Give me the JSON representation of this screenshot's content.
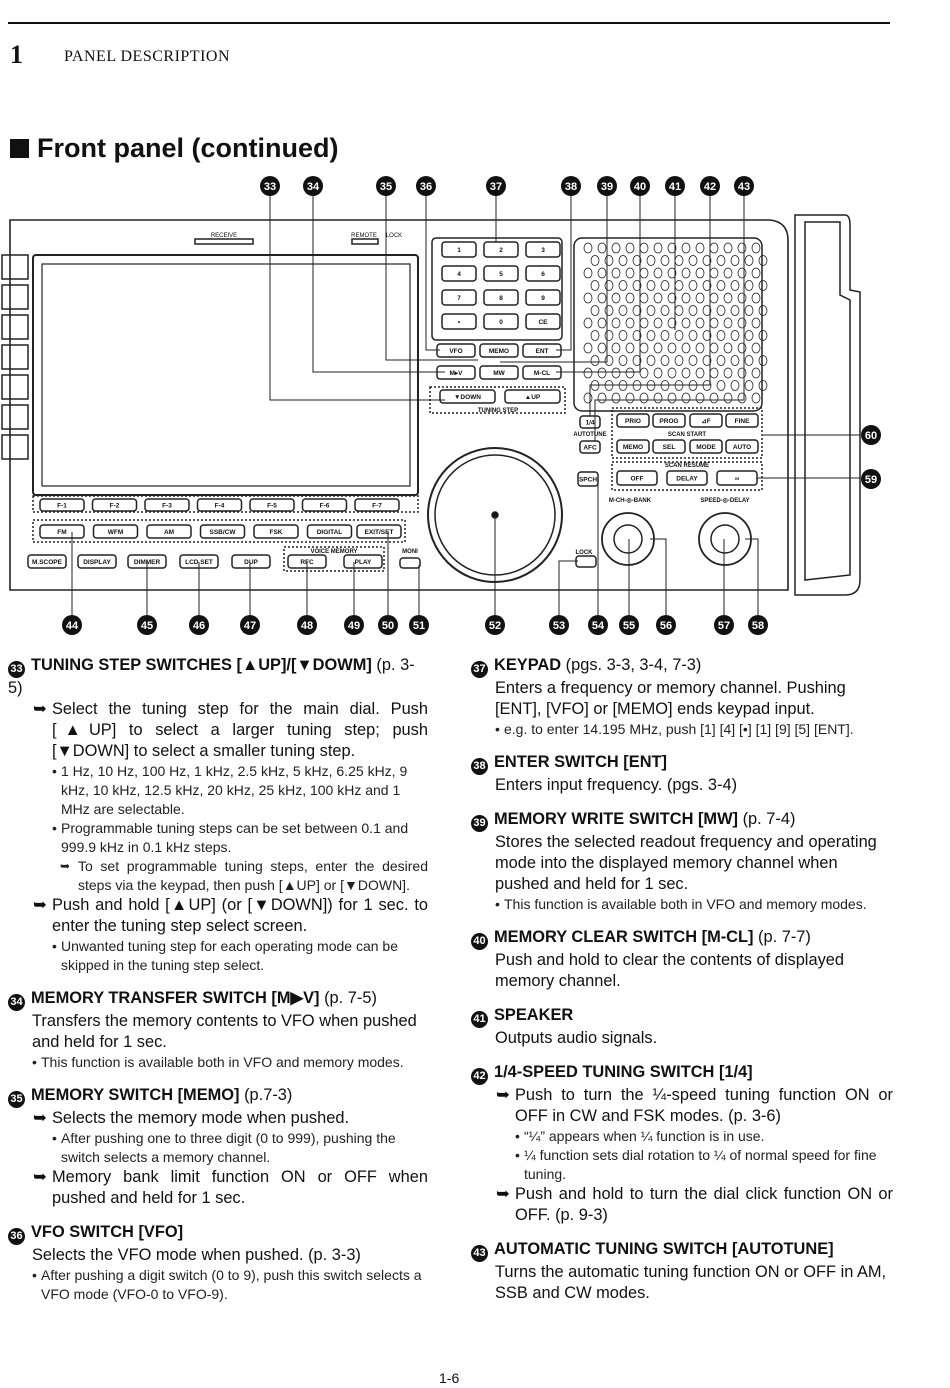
{
  "header": {
    "chapter_number": "1",
    "chapter_title": "PANEL DESCRIPTION"
  },
  "section_title": "Front panel (continued)",
  "diagram": {
    "top_numbers": [
      "33",
      "34",
      "35",
      "36",
      "37",
      "38",
      "39",
      "40",
      "41",
      "42",
      "43"
    ],
    "bottom_numbers": [
      "44",
      "45",
      "46",
      "47",
      "48",
      "49",
      "50",
      "51",
      "52",
      "53",
      "54",
      "55",
      "56",
      "57",
      "58"
    ],
    "side_numbers": [
      "60",
      "59"
    ],
    "labels": {
      "receive": "RECEIVE",
      "remote": "REMOTE",
      "lock_top": "LOCK",
      "keys": [
        "1",
        "2",
        "3",
        "4",
        "5",
        "6",
        "7",
        "8",
        "9",
        "•",
        "0",
        "CE"
      ],
      "vfo": "VFO",
      "memo": "MEMO",
      "ent": "ENT",
      "mv": "M▸V",
      "mw": "MW",
      "mcl": "M-CL",
      "down": "▼DOWN",
      "up": "▲UP",
      "tuning_step": "TUNING STEP",
      "quarter": "1/4",
      "autotune": "AUTOTUNE",
      "afc": "AFC",
      "prio": "PRIO",
      "prog": "PROG",
      "df": "⊿F",
      "fine": "FINE",
      "scan_start": "SCAN START",
      "memo2": "MEMO",
      "sel": "SEL",
      "mode": "MODE",
      "auto": "AUTO",
      "scan_resume": "SCAN RESUME",
      "off": "OFF",
      "delay": "DELAY",
      "inf": "∞",
      "spch": "SPCH",
      "mch_bank": "M-CH-◎-BANK",
      "speed_delay": "SPEED-◎-DELAY",
      "lock": "LOCK",
      "f_keys": [
        "F-1",
        "F-2",
        "F-3",
        "F-4",
        "F-5",
        "F-6",
        "F-7"
      ],
      "modes": [
        "FM",
        "WFM",
        "AM",
        "SSB/CW",
        "FSK",
        "DIGITAL"
      ],
      "exit_set": "EXIT/SET",
      "bottom_row": [
        "M.SCOPE",
        "DISPLAY",
        "DIMMER",
        "LCD SET",
        "DUP",
        "RFC",
        "PLAY"
      ],
      "voice_memory": "VOICE MEMORY",
      "moni": "MONI"
    }
  },
  "left_column": [
    {
      "num": "33",
      "name": "TUNING STEP SWITCHES [▲UP]/[▼DOWM]",
      "ref": "(p. 3-5)",
      "lines": [
        {
          "t": "arrow",
          "text": "Select the tuning step for the main dial. Push [▲UP] to select a larger tuning step; push [▼DOWN] to select a smaller tuning step."
        },
        {
          "t": "note",
          "text": "1 Hz, 10 Hz, 100 Hz, 1 kHz, 2.5 kHz, 5 kHz, 6.25 kHz, 9 kHz, 10 kHz, 12.5 kHz, 20 kHz, 25 kHz, 100 kHz and 1 MHz are selectable."
        },
        {
          "t": "note",
          "text": "Programmable tuning steps can be set between 0.1 and 999.9 kHz in 0.1 kHz steps."
        },
        {
          "t": "subnote",
          "text": "To set programmable tuning steps, enter the desired steps via the keypad, then push [▲UP] or [▼DOWN]."
        },
        {
          "t": "arrow",
          "text": "Push and hold [▲UP] (or [▼DOWN]) for 1 sec. to enter the tuning step select screen."
        },
        {
          "t": "note",
          "text": "Unwanted tuning step for each operating mode can be skipped in the tuning step select."
        }
      ]
    },
    {
      "num": "34",
      "name": "MEMORY TRANSFER SWITCH [M▶V]",
      "ref": "(p. 7-5)",
      "lines": [
        {
          "t": "body",
          "text": "Transfers the memory contents to VFO when pushed and held for 1 sec."
        },
        {
          "t": "note1",
          "text": "This function is available both in VFO and memory modes."
        }
      ]
    },
    {
      "num": "35",
      "name": "MEMORY SWITCH [MEMO]",
      "ref": "(p.7-3)",
      "lines": [
        {
          "t": "arrow",
          "text": "Selects the memory mode when pushed."
        },
        {
          "t": "note",
          "text": "After pushing one to three digit (0 to 999), pushing the switch selects a memory channel."
        },
        {
          "t": "arrow",
          "text": "Memory bank limit function ON or OFF when pushed and held for 1 sec."
        }
      ]
    },
    {
      "num": "36",
      "name": "VFO SWITCH [VFO]",
      "ref": "",
      "lines": [
        {
          "t": "body",
          "text": "Selects the VFO mode when pushed. (p. 3-3)"
        },
        {
          "t": "note1",
          "text": "After pushing a digit switch (0 to 9), push this switch selects a VFO mode (VFO-0 to VFO-9)."
        }
      ]
    }
  ],
  "right_column": [
    {
      "num": "37",
      "name": "KEYPAD",
      "ref": "(pgs. 3-3, 3-4, 7-3)",
      "lines": [
        {
          "t": "body",
          "text": "Enters a frequency or memory channel. Pushing [ENT], [VFO] or [MEMO] ends keypad input."
        },
        {
          "t": "note1",
          "text": "e.g. to enter 14.195 MHz, push [1] [4] [•] [1] [9] [5] [ENT]."
        }
      ]
    },
    {
      "num": "38",
      "name": "ENTER SWITCH [ENT]",
      "ref": "",
      "lines": [
        {
          "t": "body",
          "text": "Enters input frequency. (pgs. 3-4)"
        }
      ]
    },
    {
      "num": "39",
      "name": "MEMORY WRITE SWITCH [MW]",
      "ref": "(p. 7-4)",
      "lines": [
        {
          "t": "body",
          "text": "Stores the selected readout frequency and operating mode into the displayed memory channel when pushed and held for 1 sec."
        },
        {
          "t": "note1",
          "text": "This function is available both in VFO and memory modes."
        }
      ]
    },
    {
      "num": "40",
      "name": "MEMORY CLEAR SWITCH [M-CL]",
      "ref": "(p. 7-7)",
      "lines": [
        {
          "t": "body",
          "text": "Push and hold to clear the contents of displayed memory channel."
        }
      ]
    },
    {
      "num": "41",
      "name": "SPEAKER",
      "ref": "",
      "lines": [
        {
          "t": "body",
          "text": "Outputs audio signals."
        }
      ]
    },
    {
      "num": "42",
      "name": "1/4-SPEED TUNING SWITCH [1/4]",
      "ref": "",
      "lines": [
        {
          "t": "arrow",
          "text": "Push to turn the ¼-speed tuning function ON or OFF in CW and FSK modes. (p. 3-6)"
        },
        {
          "t": "note",
          "text": "“¼” appears when ¼ function is in use."
        },
        {
          "t": "note",
          "text": "¼ function sets dial rotation to ¼ of normal speed for fine tuning."
        },
        {
          "t": "arrow",
          "text": "Push and hold to turn the dial click function ON or OFF. (p. 9-3)"
        }
      ]
    },
    {
      "num": "43",
      "name": "AUTOMATIC TUNING SWITCH [AUTOTUNE]",
      "ref": "",
      "lines": [
        {
          "t": "body",
          "text": "Turns the automatic tuning function ON or OFF in AM, SSB and  CW modes."
        }
      ]
    }
  ],
  "page_number": "1-6"
}
